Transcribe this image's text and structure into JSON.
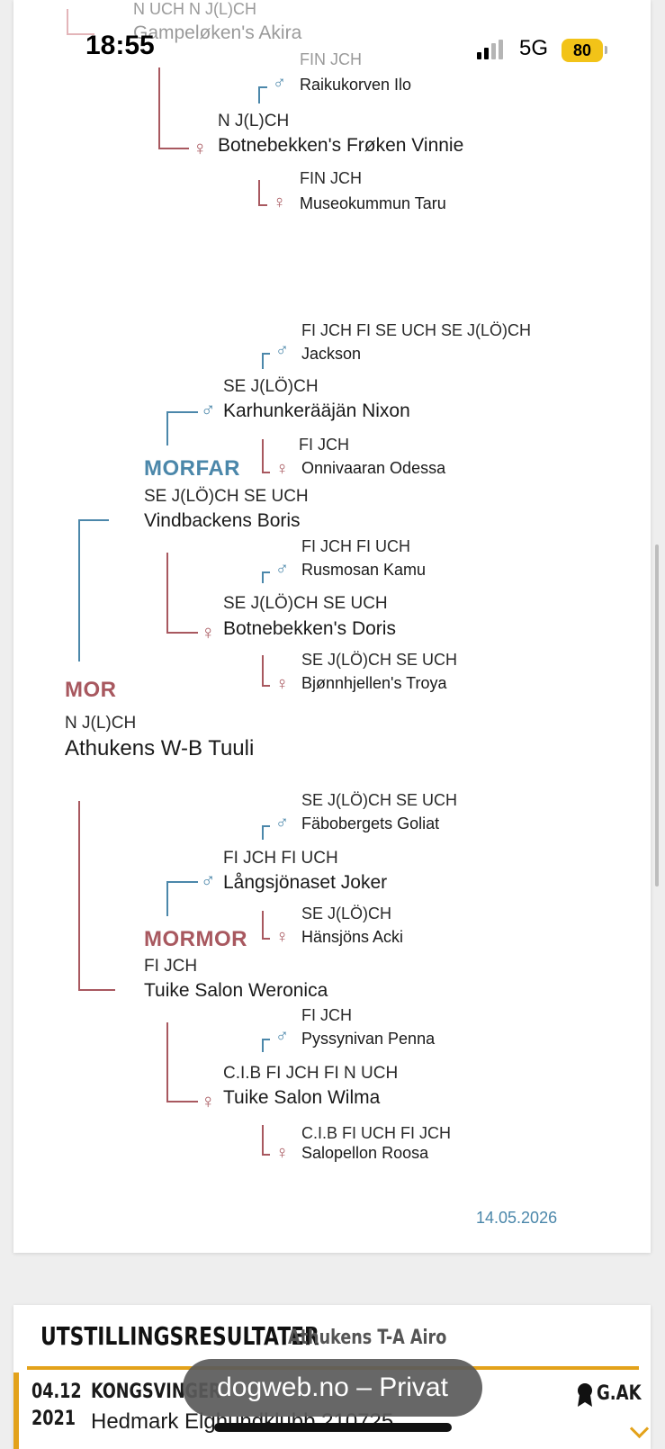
{
  "status_bar": {
    "time": "18:55",
    "network": "5G",
    "battery": "80"
  },
  "pedigree": {
    "top_partial": {
      "titles": "N UCH N J(L)CH",
      "name": "Gampeløken's Akira",
      "sire": {
        "titles": "FIN JCH",
        "name": "Raikukorven Ilo"
      },
      "dam": {
        "titles": "N J(L)CH",
        "name": "Botnebekken's Frøken Vinnie"
      },
      "dam_dam": {
        "titles": "FIN JCH",
        "name": "Museokummun Taru"
      }
    },
    "mor": {
      "role": "MOR",
      "titles": "N J(L)CH",
      "name": "Athukens W-B Tuuli",
      "morfar": {
        "role": "MORFAR",
        "titles": "SE J(LÖ)CH SE UCH",
        "name": "Vindbackens Boris",
        "sire": {
          "titles": "SE J(LÖ)CH",
          "name": "Karhunkerääjän Nixon"
        },
        "sire_sire": {
          "titles": "FI JCH FI SE UCH SE J(LÖ)CH",
          "name": "Jackson"
        },
        "sire_dam": {
          "titles": "FI JCH",
          "name": "Onnivaaran Odessa"
        },
        "dam": {
          "titles": "SE J(LÖ)CH SE UCH",
          "name": "Botnebekken's Doris"
        },
        "dam_sire": {
          "titles": "FI JCH FI UCH",
          "name": "Rusmosan Kamu"
        },
        "dam_dam": {
          "titles": "SE J(LÖ)CH SE UCH",
          "name": "Bjønnhjellen's Troya"
        }
      },
      "mormor": {
        "role": "MORMOR",
        "titles": "FI JCH",
        "name": "Tuike Salon Weronica",
        "sire": {
          "titles": "FI JCH FI UCH",
          "name": "Långsjönaset Joker"
        },
        "sire_sire": {
          "titles": "SE J(LÖ)CH SE UCH",
          "name": "Fäbobergets Goliat"
        },
        "sire_dam": {
          "titles": "SE J(LÖ)CH",
          "name": "Hänsjöns Acki"
        },
        "dam": {
          "titles": "C.I.B FI JCH FI N UCH",
          "name": "Tuike Salon Wilma"
        },
        "dam_sire": {
          "titles": "FI JCH",
          "name": "Pyssynivan Penna"
        },
        "dam_dam": {
          "titles": "C.I.B FI UCH FI JCH",
          "name": "Salopellon Roosa"
        }
      }
    },
    "date": "14.05.2026",
    "symbols": {
      "male": "♂",
      "female": "♀"
    },
    "colors": {
      "male": "#4b87aa",
      "female": "#a8585f"
    }
  },
  "results": {
    "heading": "UTSTILLINGSRESULTATER",
    "dog_name": "Athukens T-A Airo",
    "row": {
      "date_day": "04.12",
      "date_year": "2021",
      "location": "KONGSVINGER",
      "club": "Hedmark Elghundklubb 210725",
      "grade": "G.AK"
    },
    "accent_color": "#e3a21a"
  },
  "browser": {
    "url_label": "dogweb.no – Privat"
  },
  "icons": [
    "cellular-signal-icon",
    "battery-icon",
    "male-icon",
    "female-icon",
    "award-ribbon-icon",
    "chevron-down-icon"
  ]
}
